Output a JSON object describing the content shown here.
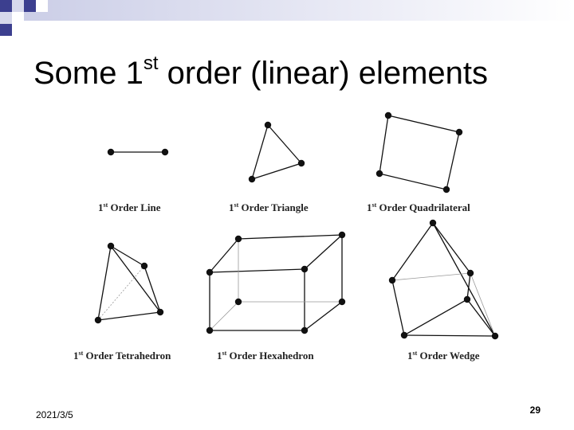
{
  "slide": {
    "title_prefix": "Some 1",
    "title_sup": "st",
    "title_suffix": " order (linear) elements",
    "date": "2021/3/5",
    "page_number": "29"
  },
  "colors": {
    "accent": "#3c3f8f",
    "checker_light": "#d7d9ec",
    "line": "#111111"
  },
  "elements": [
    {
      "id": "line",
      "prefix": "1",
      "sup": "st",
      "suffix": " Order Line"
    },
    {
      "id": "triangle",
      "prefix": "1",
      "sup": "st",
      "suffix": " Order Triangle"
    },
    {
      "id": "quadrilateral",
      "prefix": "1",
      "sup": "st",
      "suffix": " Order Quadrilateral"
    },
    {
      "id": "tetrahedron",
      "prefix": "1",
      "sup": "st",
      "suffix": " Order Tetrahedron"
    },
    {
      "id": "hexahedron",
      "prefix": "1",
      "sup": "st",
      "suffix": " Order Hexahedron"
    },
    {
      "id": "wedge",
      "prefix": "1",
      "sup": "st",
      "suffix": " Order Wedge"
    }
  ]
}
